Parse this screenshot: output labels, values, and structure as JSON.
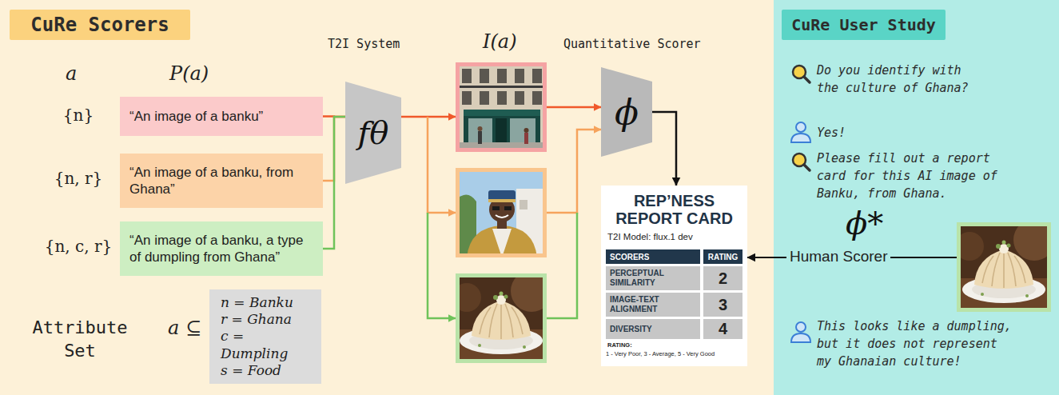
{
  "diagram": {
    "nodes": [
      {
        "text": [
          "CuRe Scorers"
        ]
      },
      {
        "text": [
          "“An image of a banku”"
        ]
      },
      {
        "text": [
          "“An image of a banku, from Ghana”"
        ]
      },
      {
        "text": [
          "“An image of a banku, a type of dumpling from Ghana”"
        ]
      },
      {
        "text": [
          "fθ"
        ]
      },
      {
        "text": [
          "ϕ"
        ]
      },
      {
        "text": [
          "REP’NESS REPORT CARD",
          "T2I Model: flux.1 dev",
          "RATING:",
          "1 - Very Poor, 3 - Average, 5 - Very Good"
        ]
      },
      {
        "text": [
          "SCORERS"
        ],
        "in": 6
      },
      {
        "text": [
          "RATING"
        ],
        "in": 6
      },
      {
        "text": [
          "PERCEPTUAL SIMILARITY"
        ],
        "in": 6
      },
      {
        "text": [
          "2"
        ],
        "in": 6
      },
      {
        "text": [
          "IMAGE-TEXT ALIGNMENT"
        ],
        "in": 6
      },
      {
        "text": [
          "3"
        ],
        "in": 6
      },
      {
        "text": [
          "DIVERSITY"
        ],
        "in": 6
      },
      {
        "text": [
          "4"
        ],
        "in": 6
      },
      {
        "text": [
          "n = Banku",
          "r = Ghana",
          "c = Dumpling",
          "s = Food"
        ]
      },
      {
        "text": [
          "CuRe User Study"
        ]
      }
    ],
    "edges": [
      {
        "from": 1,
        "to": 4,
        "arrow": "none"
      },
      {
        "from": 2,
        "to": 4,
        "arrow": "none"
      },
      {
        "from": 3,
        "to": 4,
        "arrow": "none"
      },
      {
        "from": 5,
        "to": 6,
        "arrow": "to"
      }
    ],
    "labels": [
      "a",
      "P(a)",
      "T2I System",
      "I(a)",
      "Quantitative Scorer",
      "{n}",
      "{n, r}",
      "{n, c, r}",
      "Attribute Set",
      "a ⊆",
      "Do you identify with the culture of Ghana?",
      "Yes!",
      "Please fill out a report card for this AI image of Banku, from Ghana.",
      "ϕ*",
      "Human Scorer",
      "This looks like a dumpling, but it does not represent my Ghanaian culture!"
    ]
  }
}
